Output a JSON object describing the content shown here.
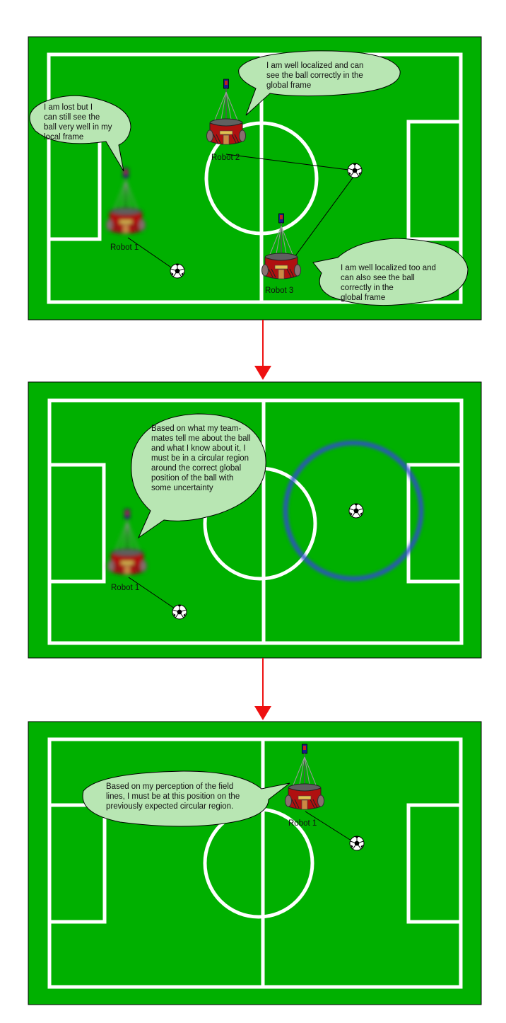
{
  "colors": {
    "field": "#00b000",
    "line": "#ffffff",
    "border": "#000000",
    "arrow": "#ee1111",
    "bubble_fill": "#b8e6b3",
    "robot_body": "#b01010",
    "uncertainty": "#2d4fc8"
  },
  "icons": [
    "soccer-ball-icon",
    "robot-icon",
    "arrow-down-icon"
  ],
  "panel1": {
    "robot1_label": "Robot 1",
    "robot2_label": "Robot 2",
    "robot3_label": "Robot 3",
    "bubble_robot1": [
      "I am lost but I",
      "can still see the",
      "ball very well in my",
      "local frame"
    ],
    "bubble_robot2": [
      "I am well localized and can",
      "see the ball correctly in the",
      "global frame"
    ],
    "bubble_robot3": [
      "I am well localized too and",
      "can also see the ball",
      "correctly in the",
      "global frame"
    ]
  },
  "panel2": {
    "robot1_label": "Robot 1",
    "bubble_robot1": [
      "Based on what my team-",
      "mates tell me about the ball",
      "and what I know about it, I",
      "must be in a circular region",
      "around the correct global",
      "position of the ball with",
      "some uncertainty"
    ]
  },
  "panel3": {
    "robot1_label": "Robot 1",
    "bubble_robot1": [
      "Based on my perception of the field",
      "lines, I must be at this position on the",
      "previously expected circular region."
    ]
  }
}
